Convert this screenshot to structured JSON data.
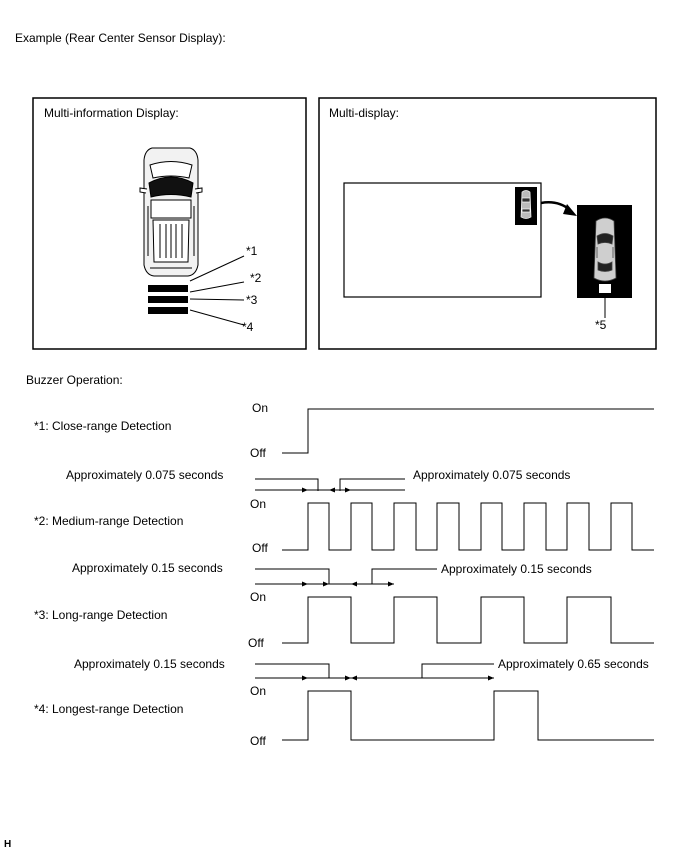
{
  "header": {
    "title": "Example (Rear Center Sensor Display):"
  },
  "mid_panel": {
    "title": "Multi-information Display:",
    "callouts": [
      "*1",
      "*2",
      "*3",
      "*4"
    ]
  },
  "md_panel": {
    "title": "Multi-display:",
    "callout": "*5"
  },
  "buzzer": {
    "title": "Buzzer Operation:",
    "on_label": "On",
    "off_label": "Off",
    "rows": [
      {
        "label": "*1: Close-range Detection"
      },
      {
        "label": "*2: Medium-range Detection",
        "left_note": "Approximately 0.075 seconds",
        "right_note": "Approximately 0.075 seconds"
      },
      {
        "label": "*3: Long-range Detection",
        "left_note": "Approximately 0.15 seconds",
        "right_note": "Approximately 0.15 seconds"
      },
      {
        "label": "*4: Longest-range Detection",
        "left_note": "Approximately 0.15 seconds",
        "right_note": "Approximately 0.65 seconds"
      }
    ]
  },
  "footer": {
    "code": "H"
  }
}
